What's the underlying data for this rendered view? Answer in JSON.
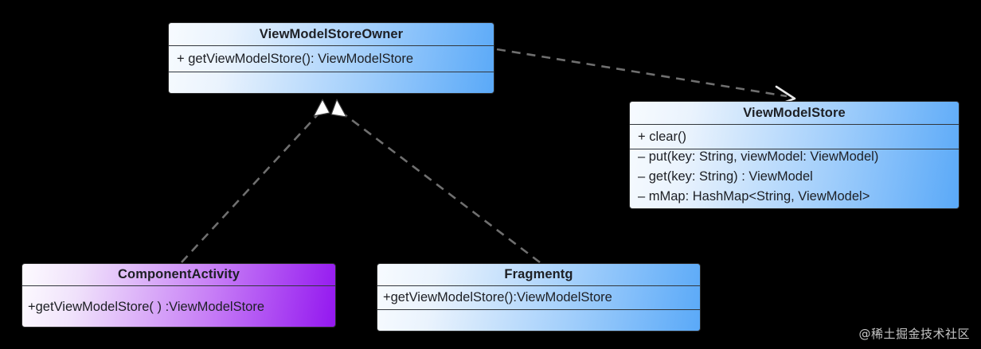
{
  "diagram": {
    "type": "uml-class-diagram",
    "background_color": "#000000",
    "classes": [
      {
        "id": "view-model-store-owner",
        "name": "ViewModelStoreOwner",
        "accent_color": "#5aa9f8",
        "sections": [
          {
            "rows": [
              "+ getViewModelStore(): ViewModelStore"
            ]
          },
          {
            "rows": []
          }
        ]
      },
      {
        "id": "view-model-store",
        "name": "ViewModelStore",
        "accent_color": "#5aa9f8",
        "sections": [
          {
            "rows": [
              "+ clear()"
            ]
          },
          {
            "rows": [
              "– put(key: String, viewModel: ViewModel)",
              "– get(key: String) : ViewModel",
              "– mMap: HashMap<String, ViewModel>"
            ]
          }
        ]
      },
      {
        "id": "component-activity",
        "name": "ComponentActivity",
        "accent_color": "#9317ef",
        "sections": [
          {
            "rows": [
              "+getViewModelStore( ) :ViewModelStore"
            ]
          }
        ]
      },
      {
        "id": "fragmentg",
        "name": "Fragmentg",
        "accent_color": "#5aa9f8",
        "sections": [
          {
            "rows": [
              "+getViewModelStore():ViewModelStore"
            ]
          },
          {
            "rows": []
          }
        ]
      }
    ],
    "connectors": [
      {
        "id": "owner-to-store",
        "from": "view-model-store-owner",
        "to": "view-model-store",
        "style": "dashed",
        "arrow": "open",
        "label": ""
      },
      {
        "id": "component-activity-to-owner",
        "from": "component-activity",
        "to": "view-model-store-owner",
        "style": "dashed",
        "arrow": "hollow-triangle",
        "label": ""
      },
      {
        "id": "fragmentg-to-owner",
        "from": "fragmentg",
        "to": "view-model-store-owner",
        "style": "dashed",
        "arrow": "hollow-triangle",
        "label": ""
      }
    ],
    "line_color": "#6f6f6f",
    "arrow_fill": "#ffffff"
  },
  "watermark": {
    "text": "@稀土掘金技术社区"
  }
}
